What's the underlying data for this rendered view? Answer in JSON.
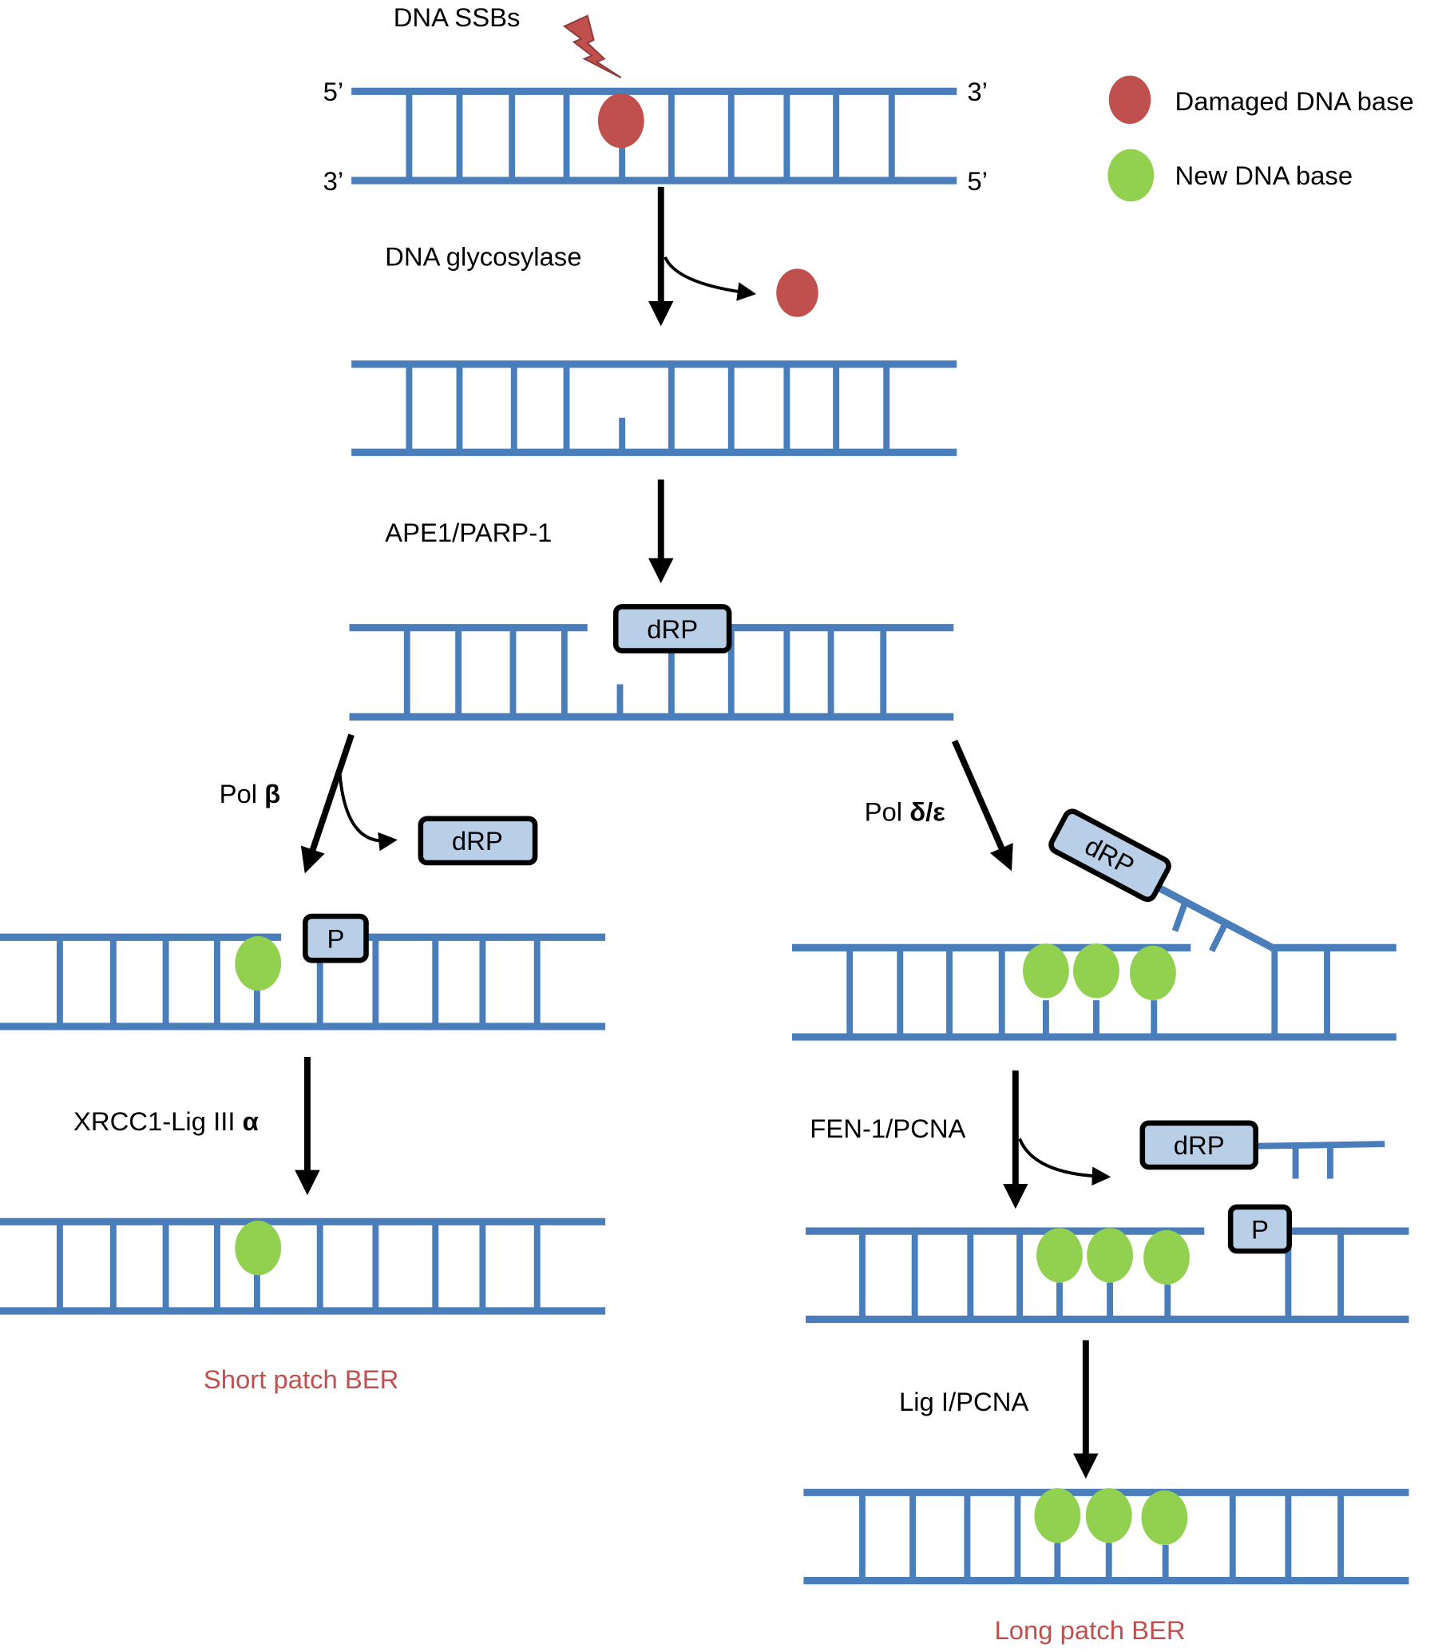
{
  "colors": {
    "strand": "#4a7ebb",
    "damaged_base": "#c0504d",
    "new_base": "#92d050",
    "box_fill": "#b9cfe8",
    "label_red": "#c0504d"
  },
  "top": {
    "damage_label": "DNA SSBs",
    "damage_icon": "lightning-bolt-icon",
    "end_5_left": "5’",
    "end_3_left": "3’",
    "end_3_right": "3’",
    "end_5_right": "5’"
  },
  "legend": [
    {
      "label": "Damaged DNA base",
      "color": "#c0504d"
    },
    {
      "label": "New DNA base",
      "color": "#92d050"
    }
  ],
  "steps": {
    "glycosylase": "DNA glycosylase",
    "ape1": "APE1/PARP-1",
    "pol_beta_prefix": "Pol ",
    "pol_beta_symbol": "β",
    "pol_delta_prefix": "Pol ",
    "pol_delta_symbol": "δ/ε",
    "xrcc1_prefix": "XRCC1-Lig III ",
    "xrcc1_symbol": "α",
    "fen1": "FEN-1/PCNA",
    "lig1": "Lig I/PCNA"
  },
  "boxes": {
    "drp": "dRP",
    "p": "P"
  },
  "pathways": {
    "short": "Short patch BER",
    "long": "Long patch BER"
  }
}
